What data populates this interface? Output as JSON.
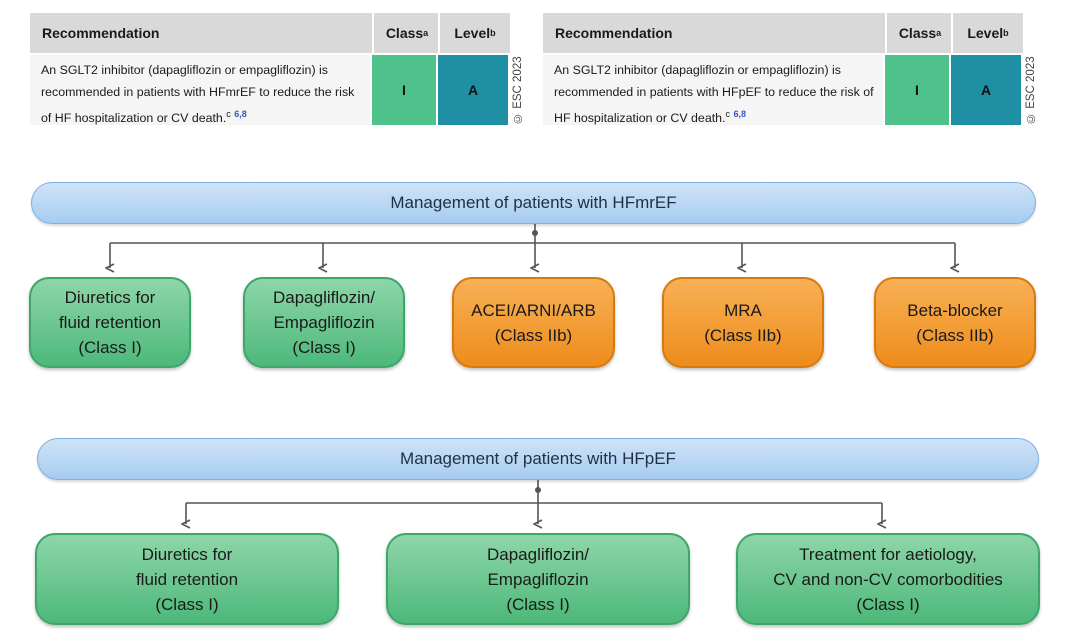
{
  "tables": [
    {
      "header": {
        "recommendation": "Recommendation",
        "class": "Class",
        "class_sup": "a",
        "level": "Level",
        "level_sup": "b"
      },
      "text_before": "An SGLT2 inhibitor (dapagliflozin or empagliflozin) is recommended in patients with HFmrEF to reduce the risk of HF hospitalization or CV death.",
      "text_sup": "c",
      "refs": "6,8",
      "class_value": "I",
      "level_value": "A",
      "copyright": "© ESC 2023"
    },
    {
      "header": {
        "recommendation": "Recommendation",
        "class": "Class",
        "class_sup": "a",
        "level": "Level",
        "level_sup": "b"
      },
      "text_before": "An SGLT2 inhibitor (dapagliflozin or empagliflozin) is recommended in patients with HFpEF to reduce the risk of HF hospitalization or CV death.",
      "text_sup": "c",
      "refs": "6,8",
      "class_value": "I",
      "level_value": "A",
      "copyright": "© ESC 2023"
    }
  ],
  "hfmref": {
    "title": "Management of patients with HFmrEF",
    "nodes": [
      {
        "lines": [
          "Diuretics for",
          "fluid retention",
          "(Class I)"
        ],
        "color": "#4db87a"
      },
      {
        "lines": [
          "Dapagliflozin/",
          "Empagliflozin",
          "(Class I)"
        ],
        "color": "#4db87a"
      },
      {
        "lines": [
          "ACEI/ARNI/ARB",
          "(Class IIb)"
        ],
        "color": "#ee8c1c"
      },
      {
        "lines": [
          "MRA",
          "(Class IIb)"
        ],
        "color": "#ee8c1c"
      },
      {
        "lines": [
          "Beta-blocker",
          "(Class IIb)"
        ],
        "color": "#ee8c1c"
      }
    ]
  },
  "hfpef": {
    "title": "Management of patients with HFpEF",
    "nodes": [
      {
        "lines": [
          "Diuretics for",
          "fluid retention",
          "(Class I)"
        ],
        "color": "#4db87a"
      },
      {
        "lines": [
          "Dapagliflozin/",
          "Empagliflozin",
          "(Class I)"
        ],
        "color": "#4db87a"
      },
      {
        "lines": [
          "Treatment for aetiology,",
          "CV and non-CV comorbodities",
          "(Class I)"
        ],
        "color": "#4db87a"
      }
    ]
  }
}
